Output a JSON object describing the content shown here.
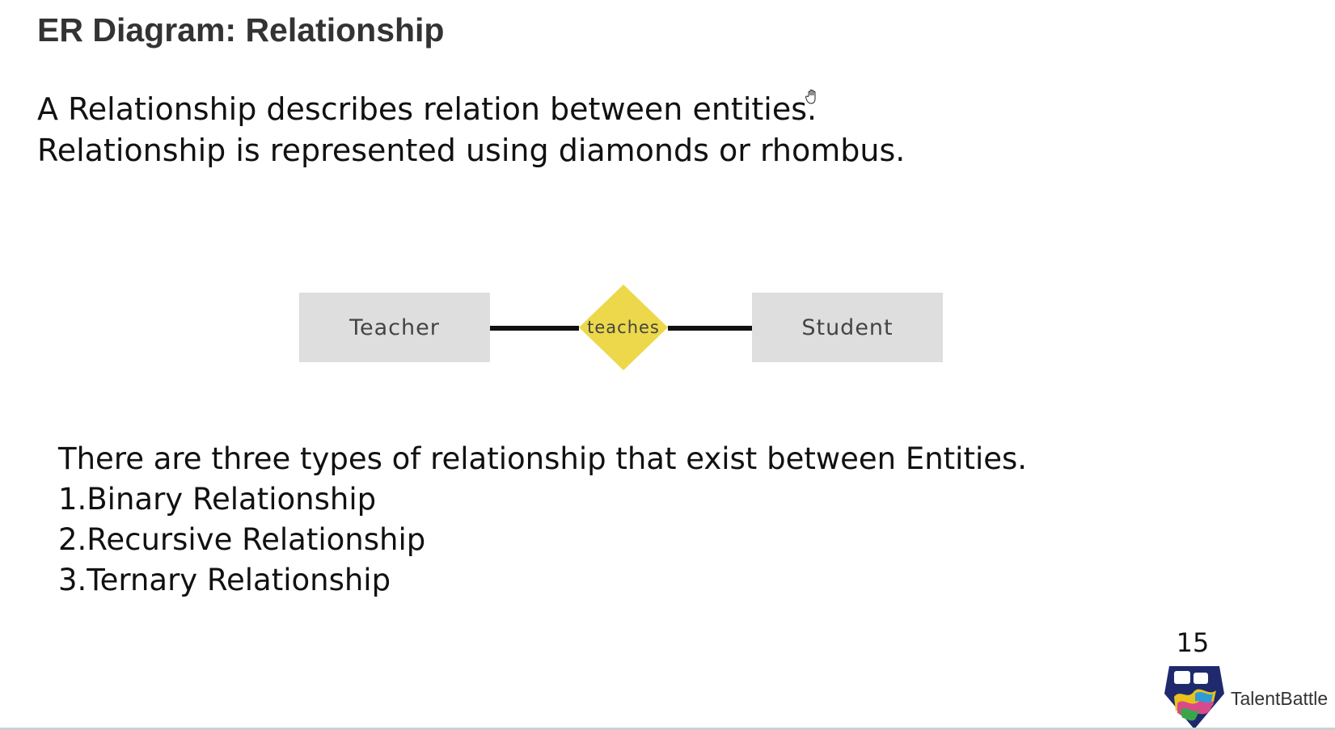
{
  "slide": {
    "title": "ER Diagram: Relationship",
    "intro_lines": [
      "A Relationship describes relation between entities.",
      "Relationship is represented using diamonds or rhombus."
    ]
  },
  "diagram": {
    "entity_left": "Teacher",
    "relationship": "teaches",
    "entity_right": "Student",
    "colors": {
      "entity_fill": "#dedede",
      "relationship_fill": "#ecd84a",
      "connector": "#111111"
    }
  },
  "types": {
    "heading": "There are three types of relationship that exist between Entities.",
    "items": [
      "1.Binary Relationship",
      "2.Recursive Relationship",
      "3.Ternary Relationship"
    ]
  },
  "footer": {
    "page_number": "15",
    "brand": "TalentBattle",
    "logo_icon": "talentbattle-shield-logo",
    "cursor_icon": "hand-cursor-icon"
  }
}
